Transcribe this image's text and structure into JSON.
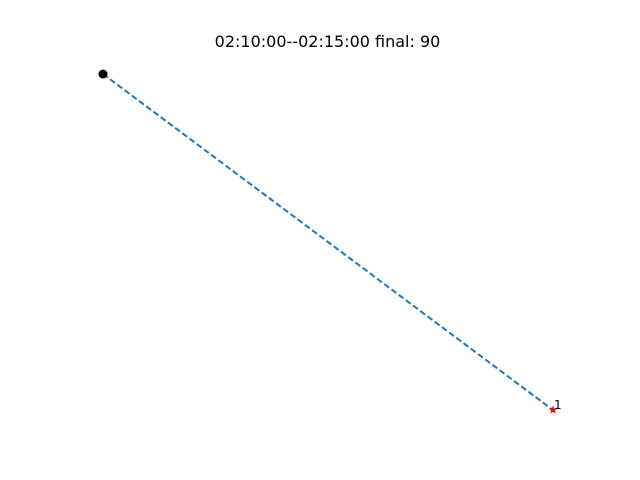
{
  "chart_data": {
    "type": "line",
    "title": "02:10:00--02:15:00 final: 90",
    "xlabel": "",
    "ylabel": "",
    "grid": false,
    "axes_visible": false,
    "xlim": [
      0,
      1
    ],
    "ylim": [
      0,
      1
    ],
    "series": [
      {
        "line_style": "dashed",
        "color": "#1f77b4",
        "points": [
          {
            "x": 0,
            "y": 1
          },
          {
            "x": 1,
            "y": 0
          }
        ]
      }
    ],
    "start_marker": {
      "x": 0,
      "y": 1,
      "shape": "circle",
      "color": "#000000"
    },
    "end_marker": {
      "x": 1,
      "y": 0,
      "shape": "star",
      "color": "#ff0000",
      "label": "1"
    }
  }
}
